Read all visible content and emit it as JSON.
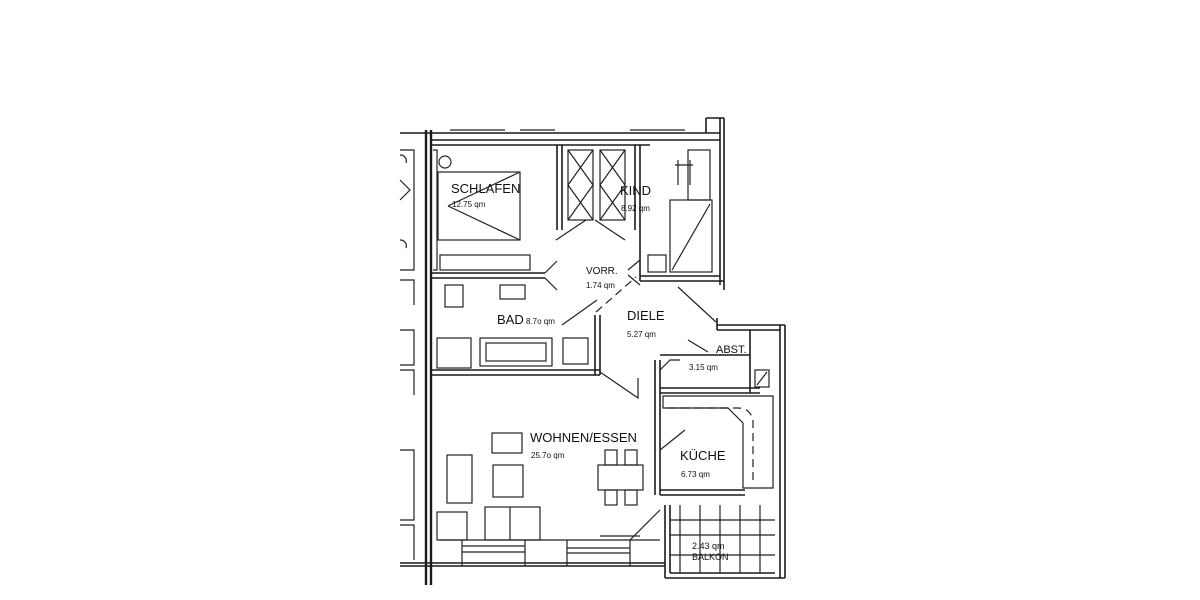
{
  "plan": {
    "rooms": [
      {
        "id": "schlafen",
        "name": "SCHLAFEN",
        "area": "12.75 qm"
      },
      {
        "id": "kind",
        "name": "KIND",
        "area": "8.92 qm"
      },
      {
        "id": "vorr",
        "name": "VORR.",
        "area": "1.74 qm"
      },
      {
        "id": "bad",
        "name": "BAD",
        "area": "8.7o qm"
      },
      {
        "id": "diele",
        "name": "DIELE",
        "area": "5.27 qm"
      },
      {
        "id": "abst",
        "name": "ABST.",
        "area": "3.15 qm"
      },
      {
        "id": "wohnen",
        "name": "WOHNEN/ESSEN",
        "area": "25.7o qm"
      },
      {
        "id": "kueche",
        "name": "KÜCHE",
        "area": "6.73 qm"
      },
      {
        "id": "balkon",
        "name": "BALKON",
        "area": "2.43 qm"
      }
    ],
    "colors": {
      "line": "#1a1a1a",
      "background": "#ffffff"
    }
  }
}
